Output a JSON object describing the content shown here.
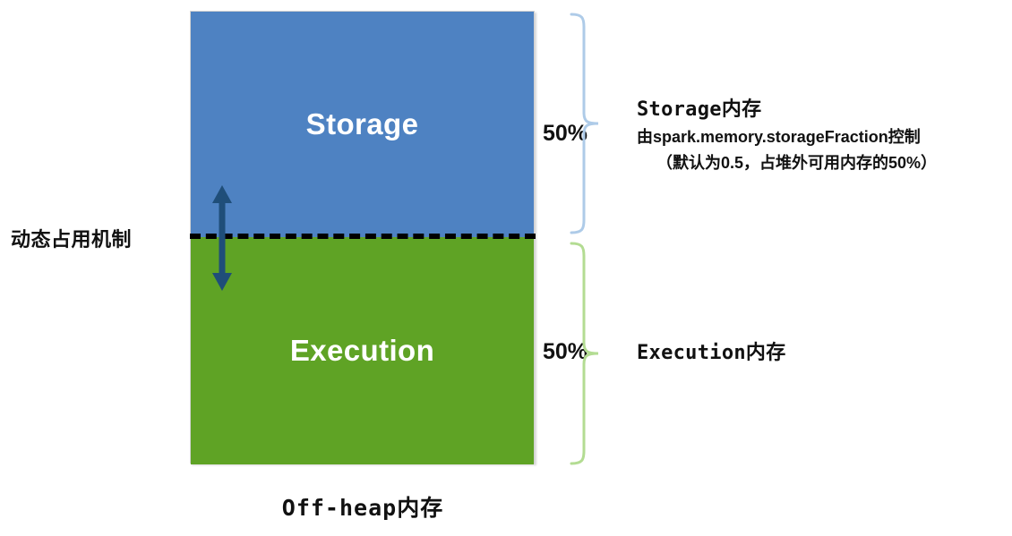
{
  "diagram": {
    "title_caption": "Off-heap内存",
    "left_caption": "动态占用机制",
    "blocks": [
      {
        "name": "storage",
        "label": "Storage",
        "color": "#4e82c2",
        "percent": "50%"
      },
      {
        "name": "execution",
        "label": "Execution",
        "color": "#5fa325",
        "percent": "50%"
      }
    ],
    "annotations": [
      {
        "name": "storage",
        "title": "Storage内存",
        "lines": [
          "由spark.memory.storageFraction控制",
          "（默认为0.5，占堆外可用内存的50%）"
        ],
        "brace_color": "#aecbe8"
      },
      {
        "name": "execution",
        "title": "Execution内存",
        "lines": [],
        "brace_color": "#b3dc92"
      }
    ],
    "boundary": {
      "style": "dashed",
      "color": "#000000",
      "arrow_color": "#1f4e79",
      "arrow_name": "double-headed-vertical-arrow"
    },
    "colors": {
      "storage_blue": "#4e82c2",
      "execution_green": "#5fa325",
      "arrow_navy": "#1f4e79",
      "brace_blue": "#aecbe8",
      "brace_green": "#b3dc92",
      "text_black": "#111111",
      "label_white": "#ffffff"
    }
  },
  "chart_data": {
    "type": "bar",
    "title": "Off-heap内存",
    "categories": [
      "Storage",
      "Execution"
    ],
    "values": [
      50,
      50
    ],
    "value_labels": [
      "50%",
      "50%"
    ],
    "xlabel": "",
    "ylabel": "",
    "ylim": [
      0,
      100
    ],
    "grid": false,
    "legend": "none",
    "orientation": "stacked-vertical",
    "series": [
      {
        "name": "Storage",
        "values": [
          50
        ],
        "color": "#4e82c2"
      },
      {
        "name": "Execution",
        "values": [
          50
        ],
        "color": "#5fa325"
      }
    ],
    "annotations": [
      "Storage内存 由spark.memory.storageFraction控制（默认为0.5，占堆外可用内存的50%）",
      "Execution内存",
      "动态占用机制"
    ]
  }
}
